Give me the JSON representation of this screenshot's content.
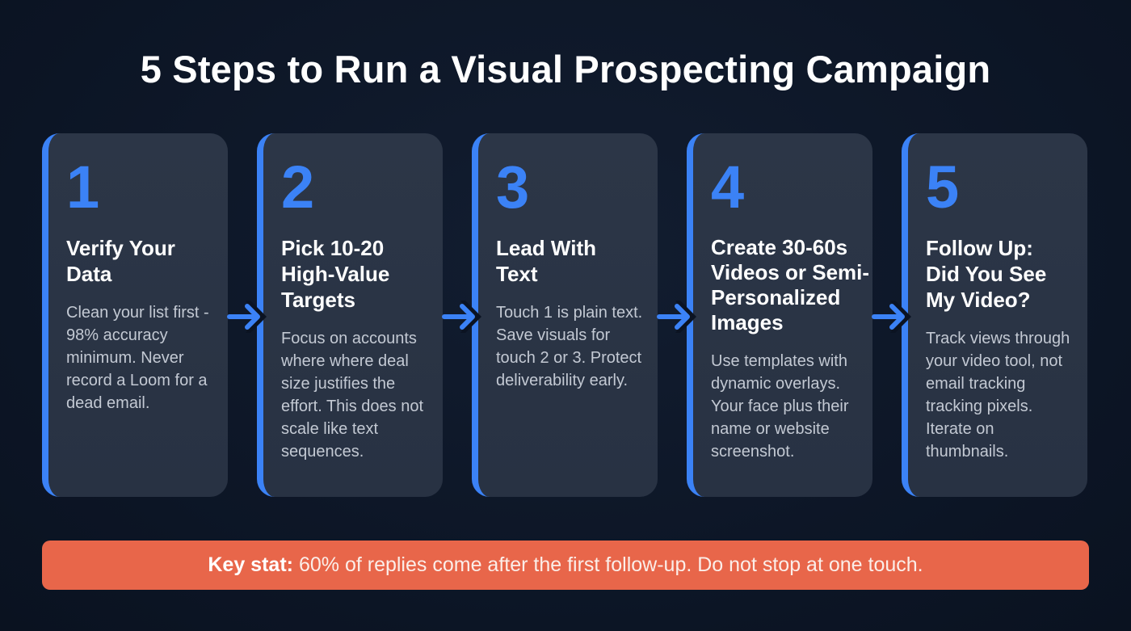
{
  "title": "5 Steps to Run a Visual Prospecting Campaign",
  "colors": {
    "background": "#0d1626",
    "card": "#2a3445",
    "accent": "#3b82f6",
    "banner": "#e8664a"
  },
  "steps": [
    {
      "number": "1",
      "heading": "Verify Your Data",
      "body": "Clean your list first - 98% accuracy minimum. Never record a Loom for a dead email."
    },
    {
      "number": "2",
      "heading": "Pick 10-20 High-Value Targets",
      "body": "Focus on accounts where where deal size justifies the effort. This does not scale like text sequences."
    },
    {
      "number": "3",
      "heading": "Lead With Text",
      "body": "Touch 1 is plain text. Save visuals for touch 2 or 3. Protect deliverability early."
    },
    {
      "number": "4",
      "heading": "Create 30-60s Videos or Semi-Personalized Images",
      "body": "Use templates with dynamic overlays. Your face plus their name or website screenshot."
    },
    {
      "number": "5",
      "heading": "Follow Up: Did You See My Video?",
      "body": "Track views through your video tool, not email tracking tracking pixels. Iterate on thumbnails."
    }
  ],
  "connectors": [
    "arrow-right-icon",
    "arrow-right-icon",
    "arrow-right-icon",
    "arrow-right-icon"
  ],
  "banner": {
    "label": "Key stat:",
    "text": "60% of replies come after the first follow-up. Do not stop at one touch."
  }
}
